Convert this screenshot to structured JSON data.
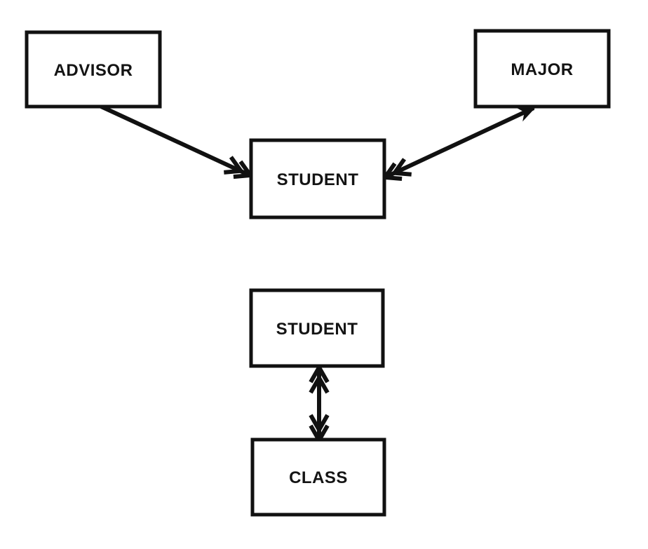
{
  "diagram": {
    "entities": [
      {
        "id": "advisor",
        "label": "ADVISOR"
      },
      {
        "id": "major",
        "label": "MAJOR"
      },
      {
        "id": "student-top",
        "label": "STUDENT"
      },
      {
        "id": "student-bottom",
        "label": "STUDENT"
      },
      {
        "id": "class",
        "label": "CLASS"
      }
    ],
    "connectors": [
      {
        "id": "advisor-student",
        "from": "advisor",
        "to": "student-top",
        "from_end": "plain",
        "to_end": "double-chevron-arrow"
      },
      {
        "id": "major-student",
        "from": "major",
        "to": "student-top",
        "from_end": "single-arrow",
        "to_end": "double-chevron-arrow"
      },
      {
        "id": "student-class",
        "from": "student-bottom",
        "to": "class",
        "from_end": "double-chevron-arrow",
        "to_end": "double-chevron-arrow"
      }
    ],
    "colors": {
      "ink": "#111111",
      "background": "#ffffff"
    }
  }
}
